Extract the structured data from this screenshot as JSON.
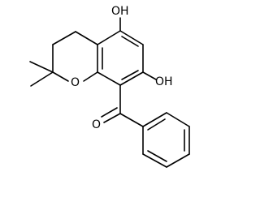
{
  "molecule": {
    "labels": {
      "oh_top": "OH",
      "oh_right": "OH",
      "ring_oxygen": "O",
      "carbonyl_oxygen": "O"
    },
    "colors": {
      "bond": "#000000",
      "label": "#000000",
      "background": "#ffffff"
    }
  }
}
